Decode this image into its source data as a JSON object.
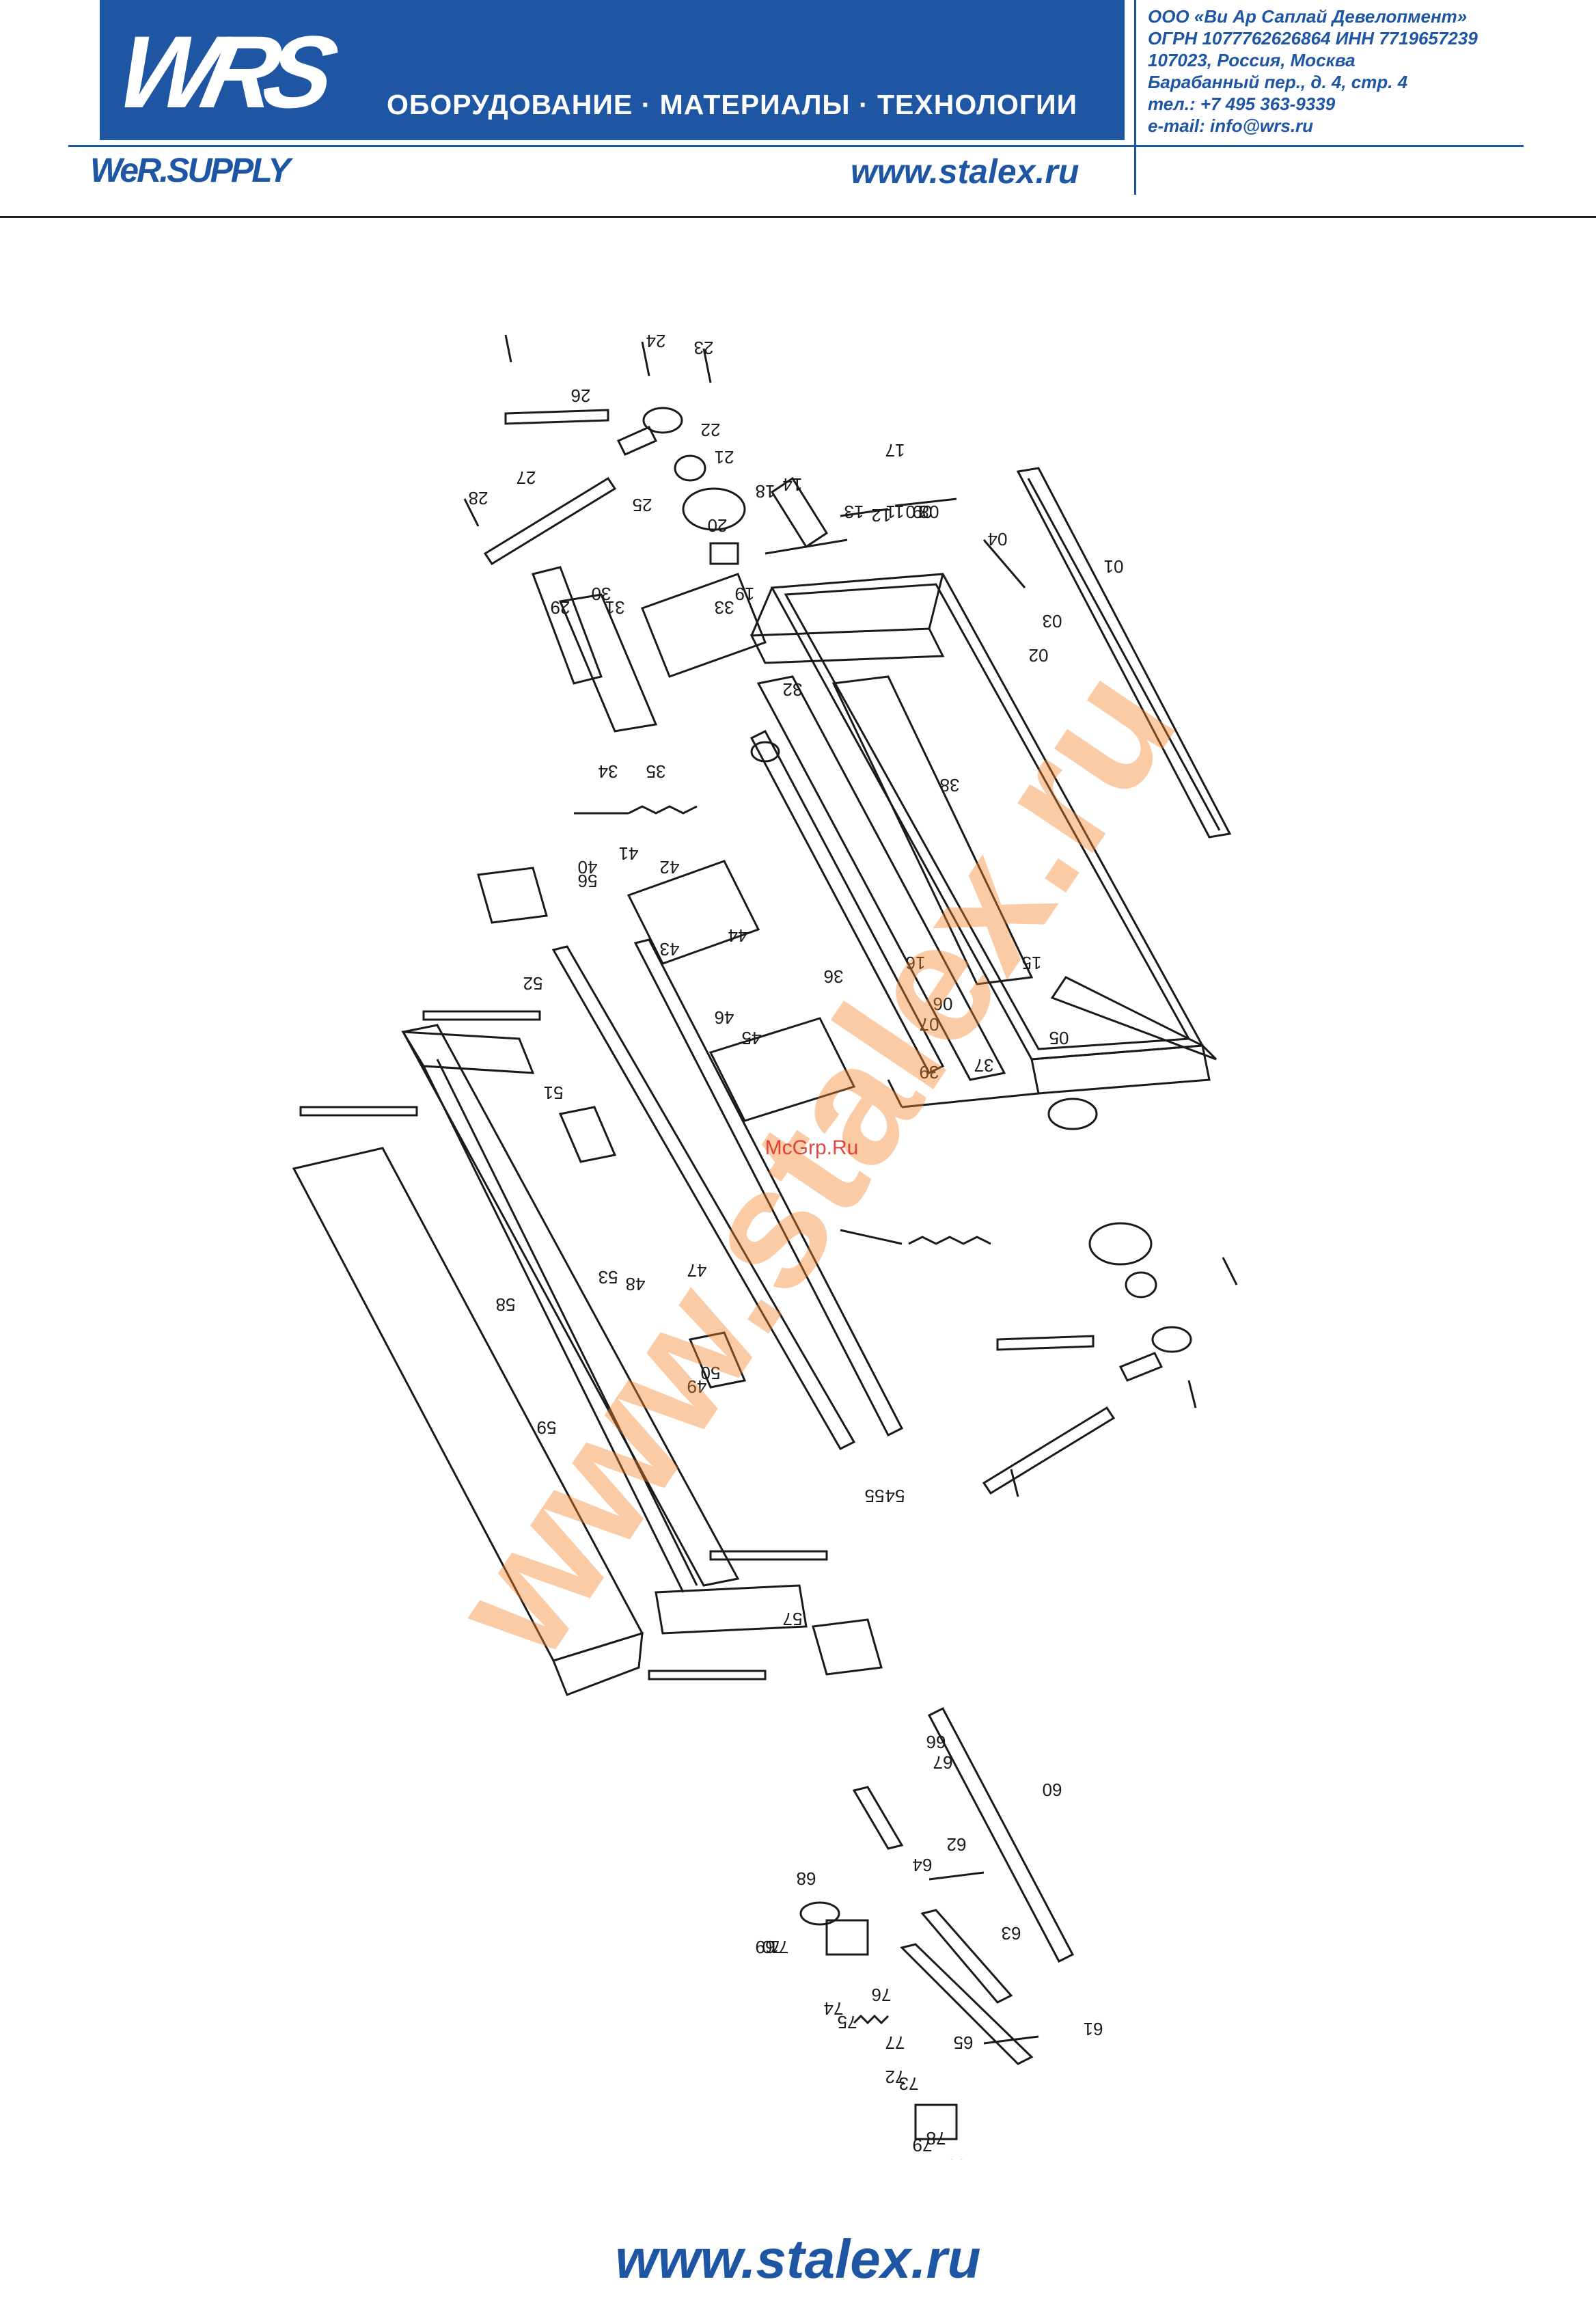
{
  "header": {
    "logo_text": "WRS",
    "tagline": "ОБОРУДОВАНИЕ · МАТЕРИАЛЫ · ТЕХНОЛОГИИ",
    "brand_sub": "WeR.SUPPLY",
    "website": "www.stalex.ru",
    "company_lines": [
      "ООО «Ви Ар Саплай Девелопмент»",
      "ОГРН 1077762626864 ИНН 7719657239",
      "107023, Россия, Москва",
      "Барабанный пер., д. 4, стр. 4",
      "тел.: +7 495 363-9339",
      "e-mail: info@wrs.ru"
    ]
  },
  "watermarks": {
    "main": "www.stalex.ru",
    "small": "McGrp.Ru"
  },
  "diagram": {
    "callouts": [
      "01",
      "02",
      "03",
      "04",
      "05",
      "06",
      "07",
      "08",
      "09",
      "10",
      "11",
      "12",
      "13",
      "14",
      "15",
      "16",
      "17",
      "18",
      "19",
      "20",
      "21",
      "22",
      "23",
      "24",
      "25",
      "26",
      "27",
      "28",
      "29",
      "30",
      "31",
      "32",
      "33",
      "34",
      "35",
      "36",
      "37",
      "38",
      "39",
      "40",
      "41",
      "42",
      "43",
      "44",
      "45",
      "46",
      "47",
      "48",
      "49",
      "50",
      "51",
      "52",
      "53",
      "54",
      "55",
      "56",
      "57",
      "58",
      "59",
      "60",
      "61",
      "62",
      "63",
      "64",
      "65",
      "66",
      "67",
      "68",
      "69",
      "70",
      "71",
      "72",
      "73",
      "74",
      "75",
      "76",
      "77",
      "78",
      "79",
      "80"
    ]
  },
  "footer": {
    "website": "www.stalex.ru"
  },
  "colors": {
    "brand_blue": "#1f56a3",
    "watermark_orange": "#f48228"
  }
}
